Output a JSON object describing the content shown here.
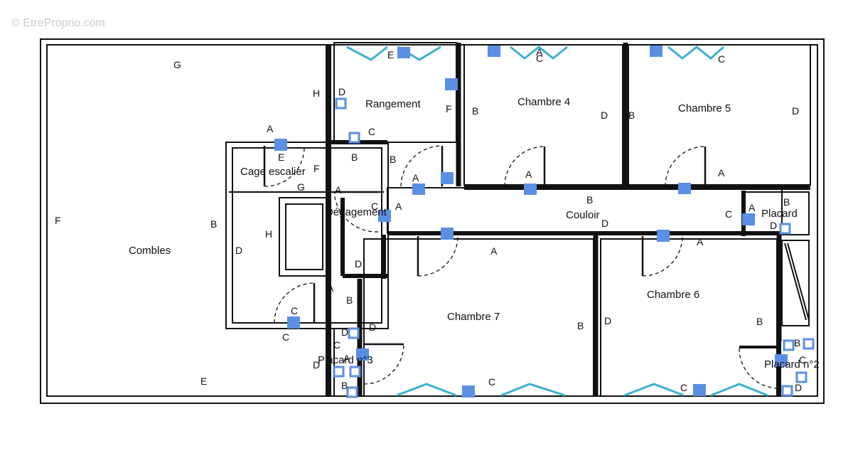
{
  "watermark": "© EtreProprio.com",
  "rooms": {
    "combles": "Combles",
    "rangement": "Rangement",
    "chambre4": "Chambre 4",
    "chambre5": "Chambre 5",
    "cage_escalier": "Cage escalier",
    "degagement": "Dégagement",
    "couloir": "Couloir",
    "placard": "Placard",
    "chambre7": "Chambre 7",
    "chambre6": "Chambre 6",
    "placard_n3": "Placard n°3",
    "placard_n2": "Placard n°2"
  },
  "wall_letters": {
    "A": "A",
    "B": "B",
    "C": "C",
    "D": "D",
    "E": "E",
    "F": "F",
    "G": "G",
    "H": "H"
  },
  "colors": {
    "walls": "#111111",
    "windows": "#3bb0d0",
    "markers": "#5b8fe4"
  }
}
